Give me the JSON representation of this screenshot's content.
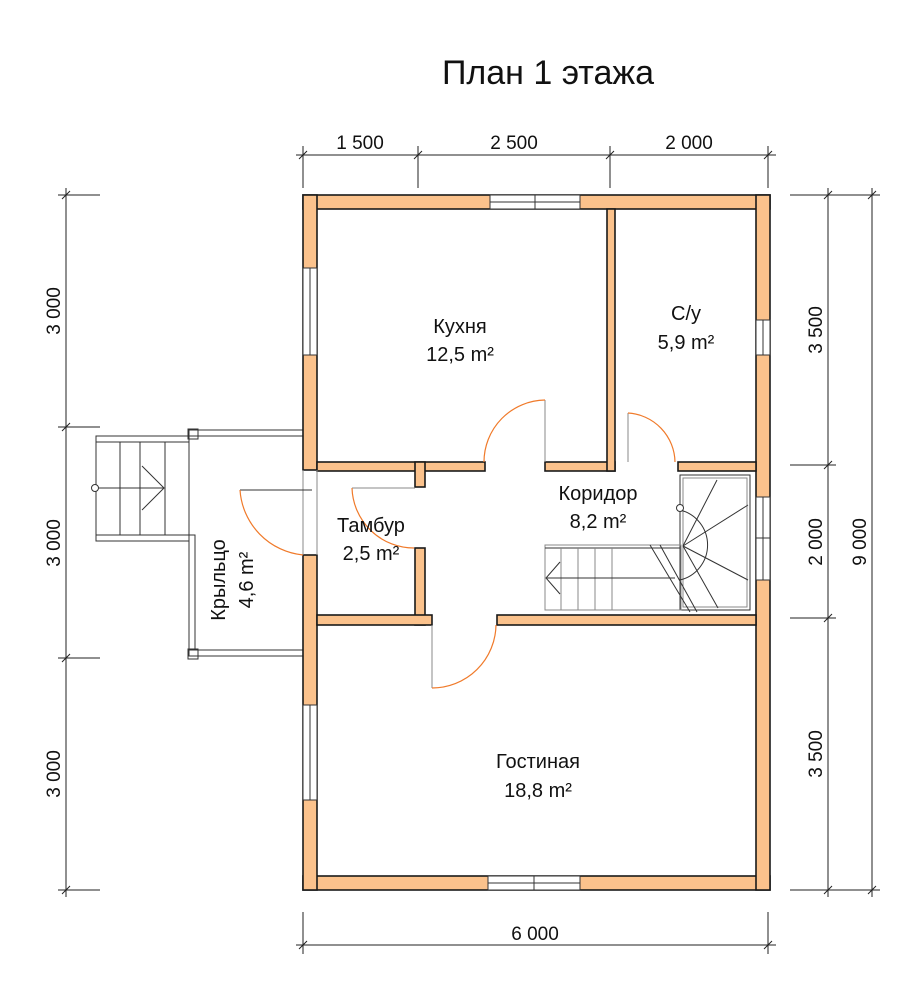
{
  "title": "План 1 этажа",
  "dimensions": {
    "top": [
      "1 500",
      "2 500",
      "2 000"
    ],
    "bottom": "6 000",
    "left": [
      "3 000",
      "3 000",
      "3 000"
    ],
    "right": [
      "3 500",
      "2 000",
      "3 500"
    ],
    "right_total": "9 000"
  },
  "rooms": {
    "kitchen": {
      "name": "Кухня",
      "area": "12,5 m²"
    },
    "bathroom": {
      "name": "С/у",
      "area": "5,9 m²"
    },
    "corridor": {
      "name": "Коридор",
      "area": "8,2 m²"
    },
    "vestibule": {
      "name": "Тамбур",
      "area": "2,5 m²"
    },
    "porch": {
      "name": "Крыльцо",
      "area": "4,6 m²"
    },
    "living": {
      "name": "Гостиная",
      "area": "18,8 m²"
    }
  },
  "colors": {
    "wall": "#FBC28C",
    "door": "#F07A2A"
  }
}
